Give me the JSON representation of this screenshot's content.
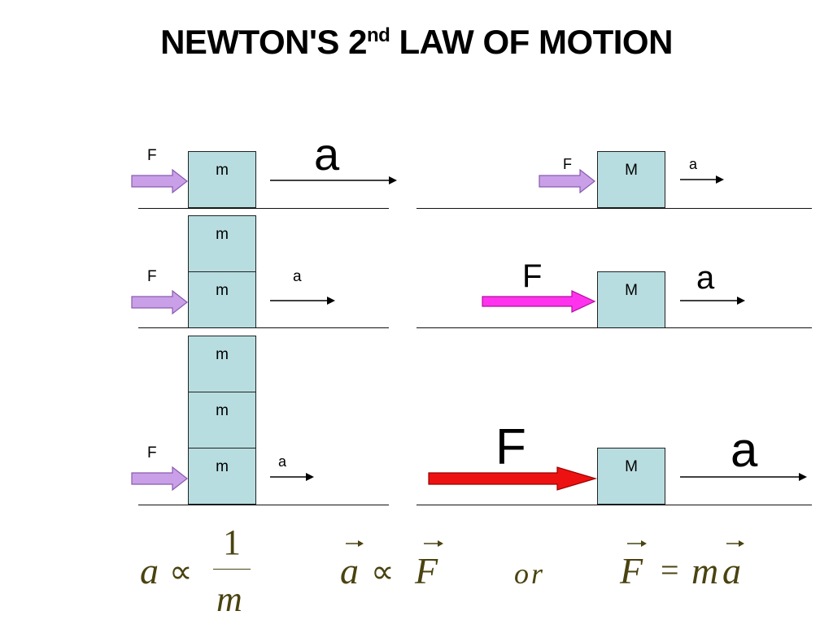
{
  "title": {
    "main": "NEWTON'S 2",
    "sup": "nd",
    "rest": " LAW OF MOTION"
  },
  "left_panel": {
    "rows": [
      {
        "force_label": "F",
        "accel_label": "a",
        "block_labels": [
          "m"
        ]
      },
      {
        "force_label": "F",
        "accel_label": "a",
        "block_labels": [
          "m",
          "m"
        ]
      },
      {
        "force_label": "F",
        "accel_label": "a",
        "block_labels": [
          "m",
          "m",
          "m"
        ]
      }
    ]
  },
  "right_panel": {
    "rows": [
      {
        "force_label": "F",
        "accel_label": "a",
        "block_label": "M"
      },
      {
        "force_label": "F",
        "accel_label": "a",
        "block_label": "M"
      },
      {
        "force_label": "F",
        "accel_label": "a",
        "block_label": "M"
      }
    ]
  },
  "equations": {
    "eq1": {
      "lhs": "a",
      "op": "∝",
      "numerator": "1",
      "denominator": "m"
    },
    "eq2": {
      "lhs": "a",
      "op": "∝",
      "rhs": "F"
    },
    "connector": "or",
    "eq3": {
      "lhs": "F",
      "op": "=",
      "rhs_m": "m",
      "rhs_a": "a"
    }
  },
  "colors": {
    "block_fill": "#b8dde0",
    "small_force_arrow": "#c9a0e8",
    "medium_force_arrow": "#ff33ee",
    "large_force_arrow": "#ee1111",
    "equation_text": "#4a4310"
  }
}
